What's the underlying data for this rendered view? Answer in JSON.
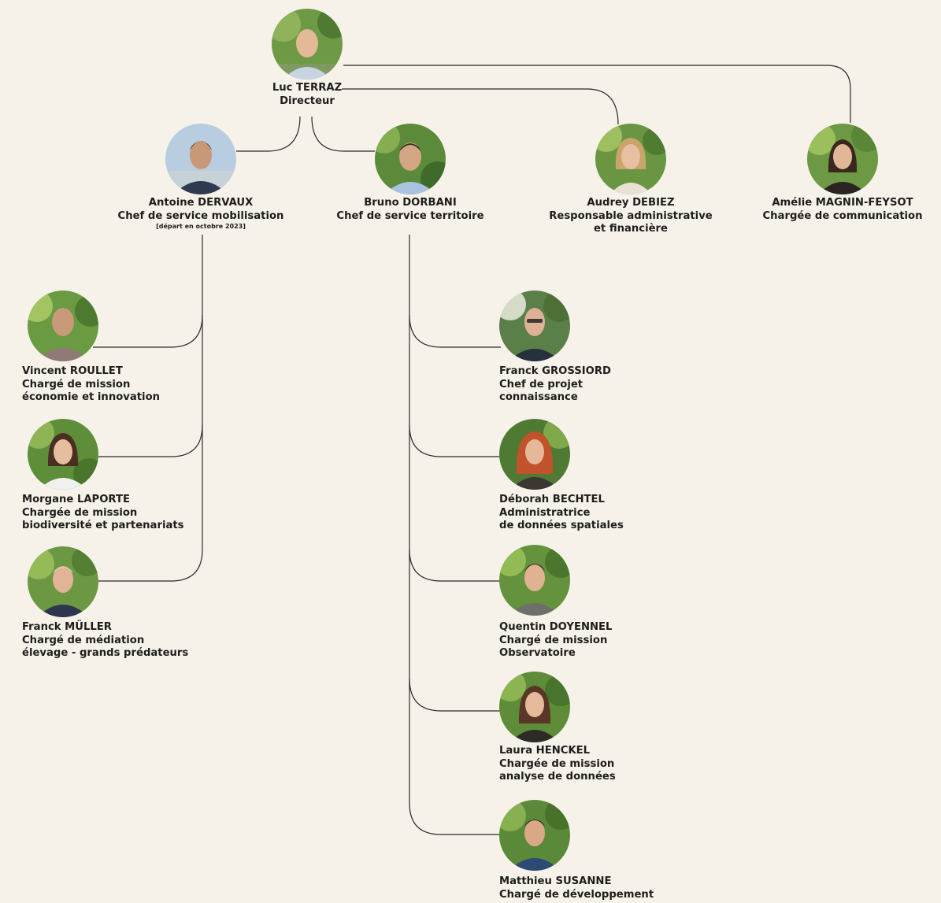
{
  "org": {
    "director": {
      "name": "Luc TERRAZ",
      "role": "Directeur"
    },
    "dervaux": {
      "name": "Antoine DERVAUX",
      "role": "Chef de service mobilisation",
      "note": "[départ en octobre 2023]"
    },
    "dorbani": {
      "name": "Bruno DORBANI",
      "role": "Chef de service territoire"
    },
    "debiez": {
      "name": "Audrey DEBIEZ",
      "role1": "Responsable administrative",
      "role2": "et financière"
    },
    "magnin": {
      "name": "Amélie MAGNIN-FEYSOT",
      "role": "Chargée de communication"
    },
    "roullet": {
      "name": "Vincent ROULLET",
      "role1": "Chargé de mission",
      "role2": "économie et innovation"
    },
    "laporte": {
      "name": "Morgane LAPORTE",
      "role1": "Chargée de mission",
      "role2": "biodiversité et partenariats"
    },
    "muller": {
      "name": "Franck MÜLLER",
      "role1": "Chargé de médiation",
      "role2": "élevage - grands prédateurs"
    },
    "grossiord": {
      "name": "Franck GROSSIORD",
      "role1": "Chef de projet",
      "role2": "connaissance"
    },
    "bechtel": {
      "name": "Déborah BECHTEL",
      "role1": "Administratrice",
      "role2": "de données spatiales"
    },
    "doyennel": {
      "name": "Quentin DOYENNEL",
      "role1": "Chargé de mission",
      "role2": "Observatoire"
    },
    "henckel": {
      "name": "Laura HENCKEL",
      "role1": "Chargée de mission",
      "role2": "analyse de données"
    },
    "susanne": {
      "name": "Matthieu SUSANNE",
      "role1": "Chargé de développement"
    }
  },
  "colors": {
    "background": "#f6f2ea",
    "line": "#2a2a28",
    "text": "#1d1d1b",
    "foliage": "#5f8a3c"
  }
}
